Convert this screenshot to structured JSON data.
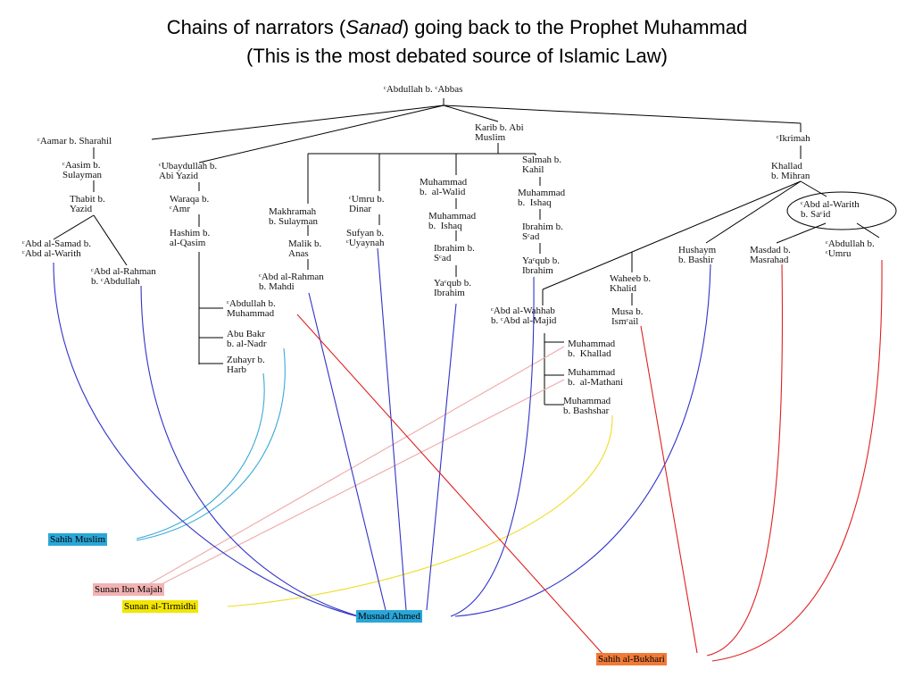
{
  "title": {
    "prefix": "Chains of narrators (",
    "italic": "Sanad",
    "suffix": ") going back to the Prophet Muhammad",
    "line2": "(This is the most debated source of Islamic Law)"
  },
  "narrators": {
    "abbas": "ᶜAbdullah b. ᶜAbbas",
    "aamar": "ᶜAamar b. Sharahil",
    "aasim": "ᶜAasim b.\nSulayman",
    "thabit": "Thabit b.\nYazid",
    "abdsamad": "ᶜAbd al-Samad b.\nᶜAbd al-Warith",
    "abdrahman_abdullah": "ᶜAbd al-Rahman\nb. ᶜAbdullah",
    "ubaydullah": "ᶜUbaydullah b.\nAbi Yazid",
    "waraqa": "Waraqa b.\nᶜAmr",
    "hashim": "Hashim b.\nal-Qasim",
    "abdullah_muhammad": "ᶜAbdullah b.\nMuhammad",
    "abubakr": "Abu Bakr\nb. al-Nadr",
    "zuhayr": "Zuhayr b.\nHarb",
    "karib": "Karib b. Abi\nMuslim",
    "makhramah": "Makhramah\nb. Sulayman",
    "malik": "Malik b.\nAnas",
    "abdrahman_mahdi": "ᶜAbd al-Rahman\nb. Mahdi",
    "umru": "ᶜUmru b.\nDinar",
    "sufyan": "Sufyan b.\nᶜUyaynah",
    "muhammad_walid": "Muhammad\nb.  al-Walid",
    "muhammad_ishaq1": "Muhammad\nb.  Ishaq",
    "ibrahim_sad1": "Ibrahim b.\nSᶜad",
    "yaqub1": "Yaᶜqub b.\nIbrahim",
    "salmah": "Salmah b.\nKahil",
    "muhammad_ishaq2": "Muhammad\nb.  Ishaq",
    "ibrahim_sad2": "Ibrahim b.\nSᶜad",
    "yaqub2": "Yaᶜqub b.\nIbrahim",
    "ikrimah": "ᶜIkrimah",
    "khallad_mihran": "Khallad\nb. Mihran",
    "abdwarith_said": "ᶜAbd al-Warith\nb. Saᶜid",
    "abdwahhab": "ᶜAbd al-Wahhab\nb. ᶜAbd al-Majid",
    "muhammad_khallad": "Muhammad\nb.  Khallad",
    "muhammad_mathani": "Muhammad\nb.  al-Mathani",
    "muhammad_bashshar": "Muhammad\nb. Bashshar",
    "waheeb": "Waheeb b.\nKhalid",
    "musa": "Musa b.\nIsmᶜail",
    "hushaym": "Hushaym\nb. Bashir",
    "masdad": "Masdad b.\nMasrahad",
    "abdullah_umru": "ᶜAbdullah b.\nᶜUmru"
  },
  "collections": {
    "sahih_muslim": "Sahih Muslim",
    "ibn_majah": "Sunan Ibn Majah",
    "tirmidhi": "Sunan al-Tirmidhi",
    "musnad_ahmed": "Musnad Ahmed",
    "bukhari": "Sahih al-Bukhari"
  },
  "colors": {
    "sahih_muslim": "#2aa7d8",
    "ibn_majah": "#f2b3b3",
    "tirmidhi": "#f2e600",
    "musnad_ahmed": "#2aa7d8",
    "bukhari": "#f07a38",
    "line_muslim": "#3aa9d6",
    "line_ibn_majah": "#f0a8a8",
    "line_tirmidhi": "#f0dc20",
    "line_ahmed": "#2f33c8",
    "line_bukhari": "#e02020"
  }
}
